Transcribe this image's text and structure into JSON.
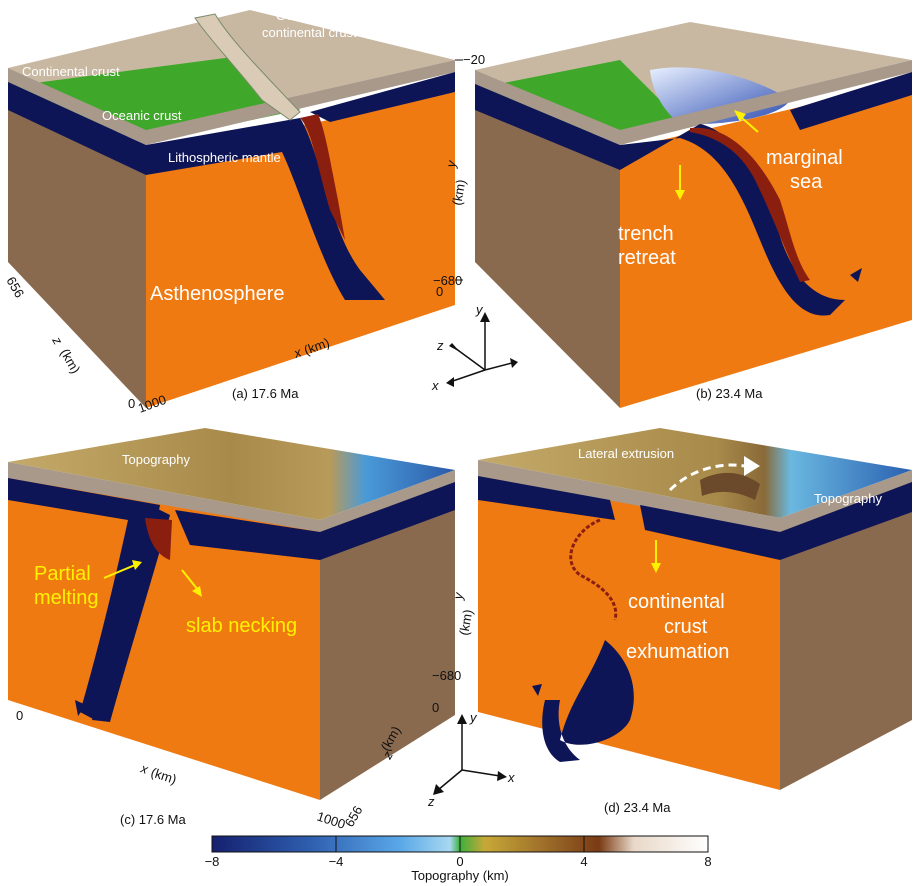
{
  "panels": {
    "a": {
      "caption": "(a) 17.6 Ma",
      "labels": {
        "continental_crust": "Continental crust",
        "overriding_line1": "Overriding",
        "overriding_line2": "continental crust",
        "oceanic_crust": "Oceanic crust",
        "lithospheric_mantle": "Lithospheric mantle",
        "asthenosphere": "Asthenosphere"
      },
      "axes": {
        "y_label": "y",
        "y_unit": "(km)",
        "y_top": "−20",
        "y_bottom": "−680",
        "z_label": "z",
        "z_unit": "(km)",
        "z_far": "656",
        "z_near": "0",
        "x_label": "x",
        "x_unit": "(km)",
        "x_start": "1000",
        "x_end": "0"
      }
    },
    "b": {
      "caption": "(b) 23.4 Ma",
      "labels": {
        "trench_line1": "trench",
        "trench_line2": "retreat",
        "marginal_line1": "marginal",
        "marginal_line2": "sea"
      }
    },
    "c": {
      "caption": "(c) 17.6 Ma",
      "labels": {
        "topography": "Topography",
        "partial_line1": "Partial",
        "partial_line2": "melting",
        "slab_necking": "slab necking"
      },
      "axes": {
        "x_label": "x",
        "x_unit": "(km)",
        "x_start": "0",
        "x_end": "1000",
        "z_label": "z",
        "z_unit": "(km)",
        "z_value": "656",
        "y_label": "y",
        "y_unit": "(km)",
        "y_value": "−680",
        "y_zero": "0"
      }
    },
    "d": {
      "caption": "(d) 23.4 Ma",
      "labels": {
        "lateral_extrusion": "Lateral extrusion",
        "topography": "Topography",
        "continental_line1": "continental",
        "continental_line2": "crust",
        "continental_line3": "exhumation"
      }
    }
  },
  "triads": {
    "top": {
      "y": "y",
      "z": "z",
      "x": "x"
    },
    "bottom": {
      "y": "y",
      "z": "z",
      "x": "x"
    }
  },
  "colorbar": {
    "title": "Topography (km)",
    "ticks": [
      "−8",
      "−4",
      "0",
      "4",
      "8"
    ],
    "range": [
      -8,
      8
    ],
    "colors": [
      "#14206e",
      "#2f5fb0",
      "#5aa8e8",
      "#a8d8f0",
      "#3cb03c",
      "#c8a838",
      "#9a6a28",
      "#7a3a14",
      "#ffffff"
    ]
  },
  "colors": {
    "continental_crust": "#c8b8a2",
    "oceanic_crust": "#3fa82a",
    "lithospheric_mantle": "#0e1557",
    "asthenosphere": "#f07a12",
    "partial_melt": "#8a1f10",
    "box_side": "#8a6a4e",
    "topography": "#b89a5a",
    "annotation_yellow": "#fff200"
  }
}
